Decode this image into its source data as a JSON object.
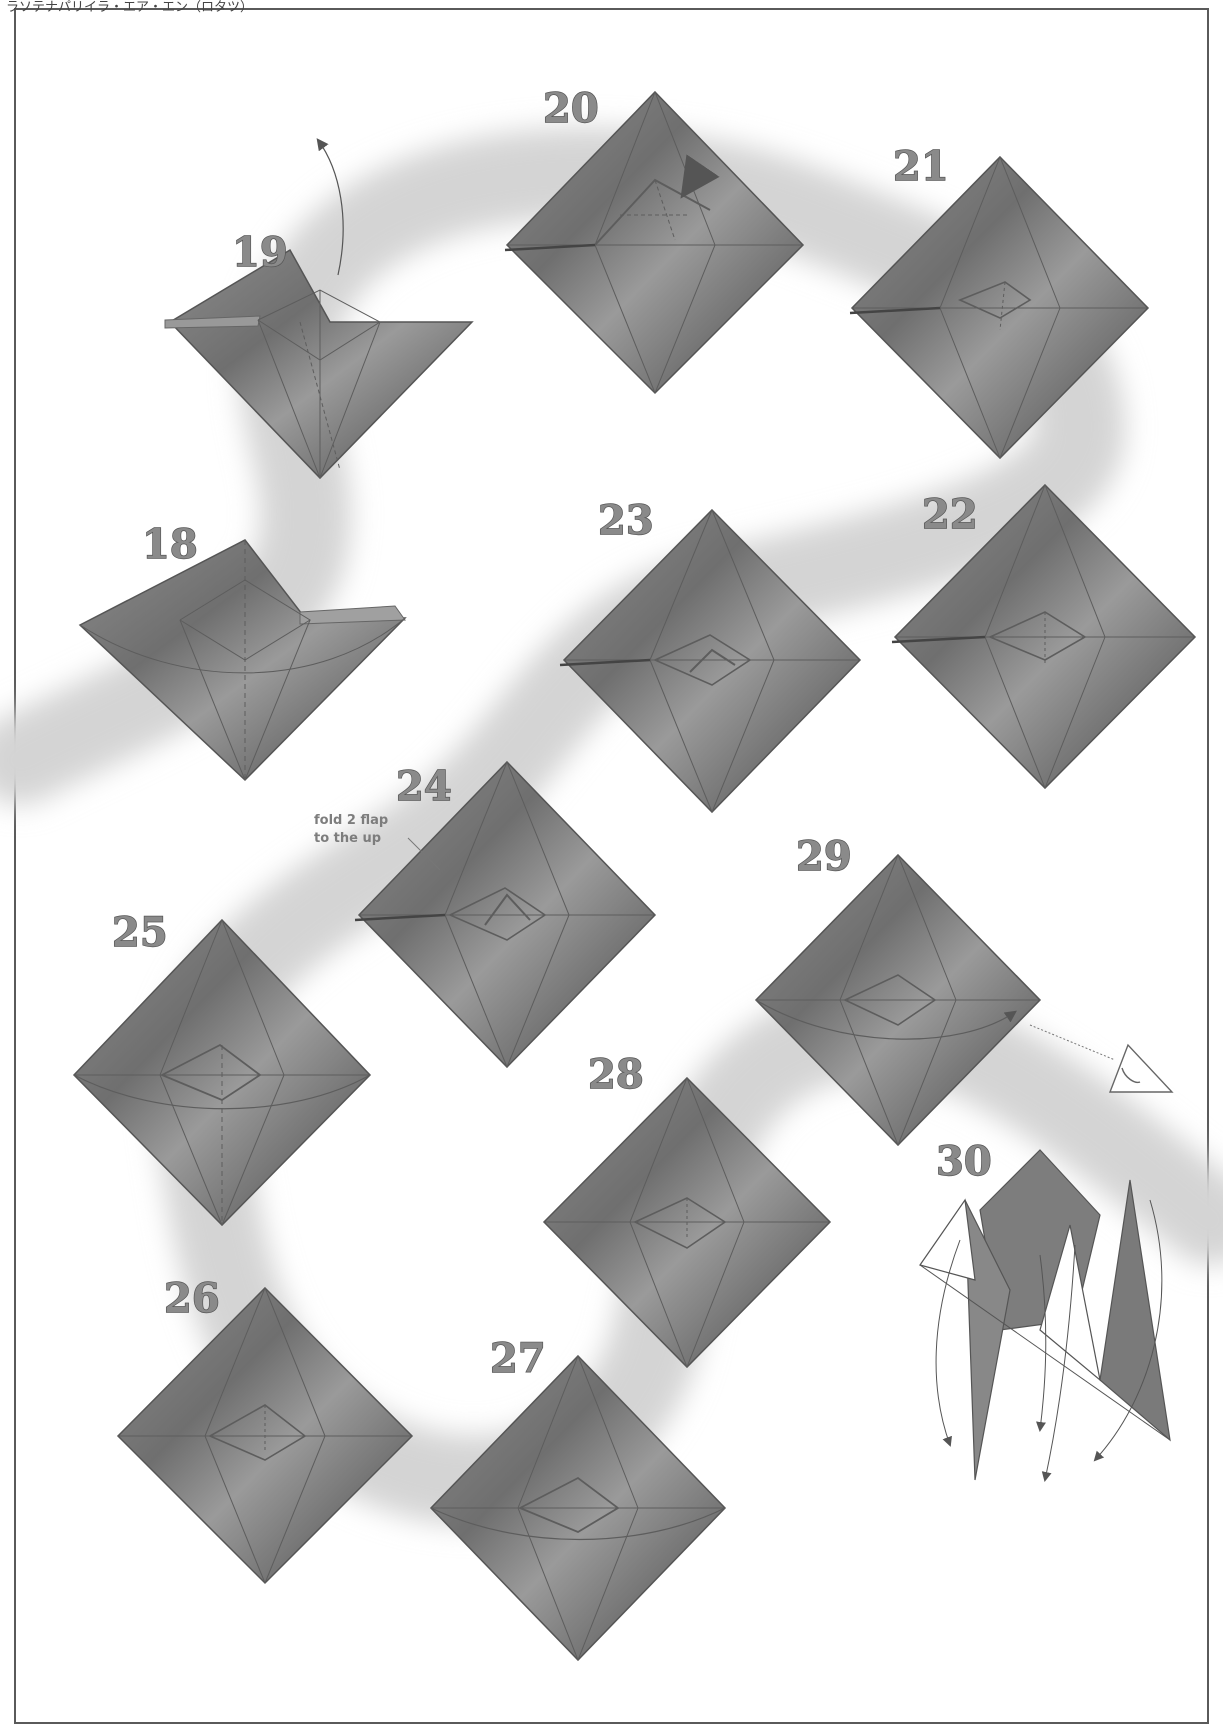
{
  "page": {
    "header_text": "ラソテナパリイラ・エア・エン（ロタツ）"
  },
  "steps": [
    {
      "label": "18"
    },
    {
      "label": "19"
    },
    {
      "label": "20"
    },
    {
      "label": "21"
    },
    {
      "label": "22"
    },
    {
      "label": "23"
    },
    {
      "label": "24"
    },
    {
      "label": "25"
    },
    {
      "label": "26"
    },
    {
      "label": "27"
    },
    {
      "label": "28"
    },
    {
      "label": "29"
    },
    {
      "label": "30"
    }
  ],
  "annotations": {
    "step24_note_line1": "fold 2 flap",
    "step24_note_line2": "to the up"
  },
  "colors": {
    "paper_fill": "#7e7e7e",
    "paper_light": "#b8b8b8",
    "crease": "#5d5d5d",
    "path_band": "#d2d2d2",
    "frame": "#5a5a5a"
  }
}
